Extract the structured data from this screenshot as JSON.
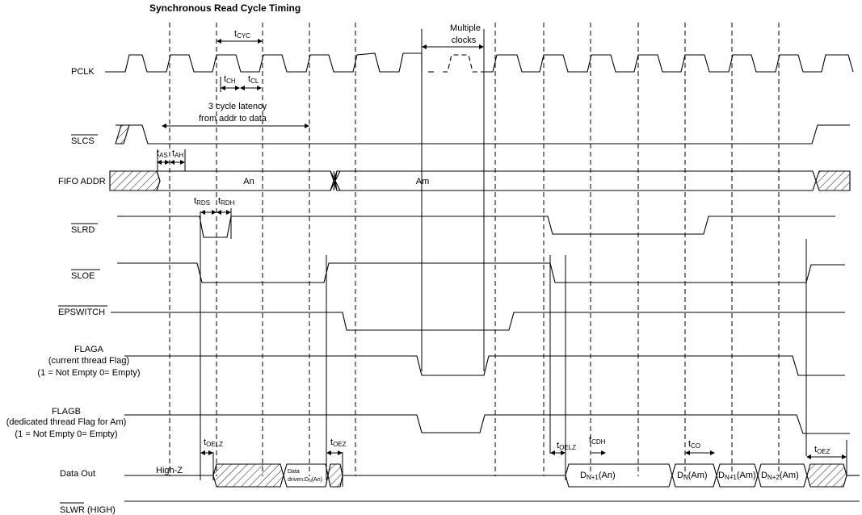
{
  "title": "Synchronous Read Cycle Timing",
  "signals": {
    "pclk": "PCLK",
    "slcs": "SLCS",
    "fifo_addr": "FIFO ADDR",
    "slrd": "SLRD",
    "sloe": "SLOE",
    "epswitch": "EPSWITCH",
    "flaga": [
      "FLAGA",
      "(current thread Flag)",
      "(1 = Not Empty 0= Empty)"
    ],
    "flagb": [
      "FLAGB",
      "(dedicated thread Flag for Am)",
      "(1 = Not Empty 0= Empty)"
    ],
    "data_out": "Data Out",
    "slwr": "SLWR (HIGH)"
  },
  "bus_values": {
    "an": "An",
    "am": "Am",
    "high_z": "High-Z",
    "data_driven": [
      "Data",
      "driven:D",
      "N",
      "(An)"
    ],
    "dn1_an": [
      "D",
      "N+1",
      "(An)"
    ],
    "dn_am": [
      "D",
      "N",
      "(Am)"
    ],
    "dn1_am": [
      "D",
      "N+1",
      "(Am)"
    ],
    "dn2_am": [
      "D",
      "N+2",
      "(Am)"
    ]
  },
  "annotations": {
    "latency": [
      "3 cycle latency",
      "from addr to data"
    ],
    "multiple_clocks": [
      "Multiple",
      "clocks"
    ]
  },
  "timing_params": {
    "tcyc": [
      "t",
      "CYC"
    ],
    "tch": [
      "t",
      "CH"
    ],
    "tcl": [
      "t",
      "CL"
    ],
    "tas": [
      "t",
      "AS"
    ],
    "tah": [
      "t",
      "AH"
    ],
    "trds": [
      "t",
      "RDS"
    ],
    "trdh": [
      "t",
      "RDH"
    ],
    "toelz1": [
      "t",
      "OELZ"
    ],
    "toez1": [
      "t",
      "OEZ"
    ],
    "toelz2": [
      "t",
      "OELZ"
    ],
    "tcdh": [
      "t",
      "CDH"
    ],
    "tco": [
      "t",
      "CO"
    ],
    "toez2": [
      "t",
      "OEZ"
    ]
  }
}
